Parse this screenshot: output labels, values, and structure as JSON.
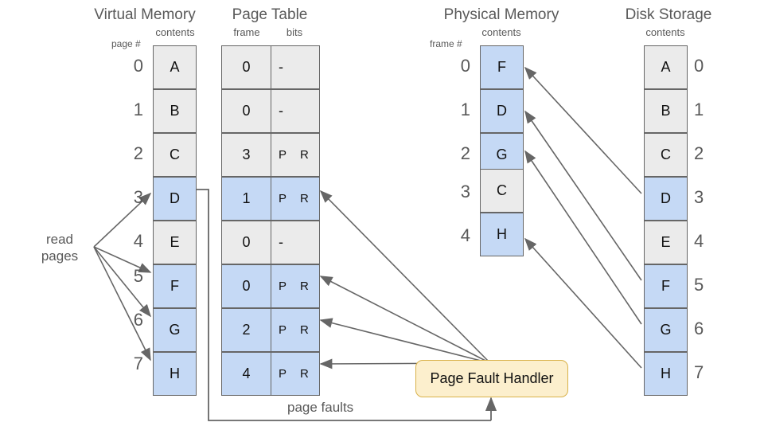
{
  "diagram": {
    "title_virtual": "Virtual Memory",
    "title_page_table": "Page Table",
    "title_physical": "Physical Memory",
    "title_disk": "Disk Storage",
    "label_page_num": "page #",
    "label_frame_num": "frame #",
    "label_contents_vm": "contents",
    "label_contents_pm": "contents",
    "label_contents_disk": "contents",
    "label_frame_col": "frame",
    "label_bits_col": "bits",
    "label_read_pages_line1": "read",
    "label_read_pages_line2": "pages",
    "label_page_faults": "page faults",
    "handler_label": "Page Fault Handler",
    "colors": {
      "blue_fill": "#c5d9f5",
      "gray_fill": "#ebebeb",
      "cell_border": "#666666",
      "handler_fill": "#fcefcd",
      "handler_border": "#d9b24a",
      "arrow": "#666666",
      "text_gray": "#595959",
      "text_dark": "#111111"
    }
  },
  "virtual_memory": {
    "indices": [
      "0",
      "1",
      "2",
      "3",
      "4",
      "5",
      "6",
      "7"
    ],
    "cells": [
      {
        "content": "A",
        "state": "gray"
      },
      {
        "content": "B",
        "state": "gray"
      },
      {
        "content": "C",
        "state": "gray"
      },
      {
        "content": "D",
        "state": "blue"
      },
      {
        "content": "E",
        "state": "gray"
      },
      {
        "content": "F",
        "state": "blue"
      },
      {
        "content": "G",
        "state": "blue"
      },
      {
        "content": "H",
        "state": "blue"
      }
    ]
  },
  "page_table": {
    "rows": [
      {
        "frame": "0",
        "bit_p": "-",
        "bit_r": "",
        "state": "gray"
      },
      {
        "frame": "0",
        "bit_p": "-",
        "bit_r": "",
        "state": "gray"
      },
      {
        "frame": "3",
        "bit_p": "P",
        "bit_r": "R",
        "state": "gray"
      },
      {
        "frame": "1",
        "bit_p": "P",
        "bit_r": "R",
        "state": "blue"
      },
      {
        "frame": "0",
        "bit_p": "-",
        "bit_r": "",
        "state": "gray"
      },
      {
        "frame": "0",
        "bit_p": "P",
        "bit_r": "R",
        "state": "blue"
      },
      {
        "frame": "2",
        "bit_p": "P",
        "bit_r": "R",
        "state": "blue"
      },
      {
        "frame": "4",
        "bit_p": "P",
        "bit_r": "R",
        "state": "blue"
      }
    ]
  },
  "physical_memory": {
    "indices": [
      "0",
      "1",
      "2",
      "3",
      "4"
    ],
    "cells": [
      {
        "content": "F",
        "state": "blue"
      },
      {
        "content": "D",
        "state": "blue"
      },
      {
        "content": "G",
        "state": "blue"
      },
      {
        "content": "C",
        "state": "gray"
      },
      {
        "content": "H",
        "state": "blue"
      }
    ]
  },
  "disk_storage": {
    "indices": [
      "0",
      "1",
      "2",
      "3",
      "4",
      "5",
      "6",
      "7"
    ],
    "cells": [
      {
        "content": "A",
        "state": "gray"
      },
      {
        "content": "B",
        "state": "gray"
      },
      {
        "content": "C",
        "state": "gray"
      },
      {
        "content": "D",
        "state": "blue"
      },
      {
        "content": "E",
        "state": "gray"
      },
      {
        "content": "F",
        "state": "blue"
      },
      {
        "content": "G",
        "state": "blue"
      },
      {
        "content": "H",
        "state": "blue"
      }
    ]
  }
}
